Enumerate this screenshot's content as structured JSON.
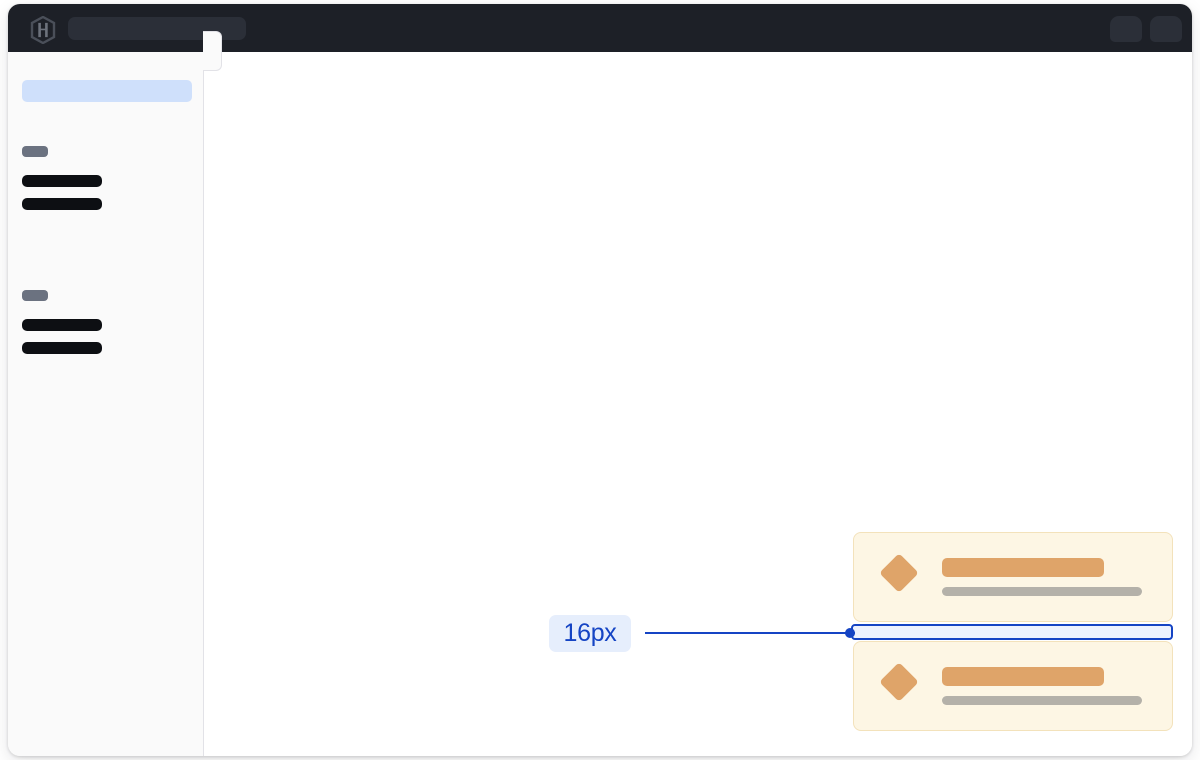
{
  "window": {
    "name": "design-inspector-window"
  },
  "topbar": {
    "logo_icon": "hexagon-h-logo-icon",
    "search_placeholder_skeleton": "",
    "avatar_1_label": "",
    "avatar_2_label": "",
    "background_color": "#1d2027",
    "skeleton_color": "#2b2f38"
  },
  "sidebar": {
    "active_item_label": "",
    "active_item_color": "#cfe0fb",
    "background_color": "#fafafa",
    "border_color": "#e2e2e7",
    "collapse_handle_name": "sidebar-collapse-handle",
    "groups": [
      {
        "label_skeleton": "",
        "items": [
          {
            "label_skeleton": ""
          },
          {
            "label_skeleton": ""
          }
        ]
      },
      {
        "label_skeleton": "",
        "items": [
          {
            "label_skeleton": ""
          },
          {
            "label_skeleton": ""
          }
        ]
      }
    ]
  },
  "main": {
    "background_color": "#ffffff",
    "cards": [
      {
        "icon": "diamond-icon",
        "title_skeleton": "",
        "subtitle_skeleton": "",
        "background_color": "#fdf6e4",
        "border_color": "#f3e2bb",
        "accent_color": "#dfa469",
        "muted_color": "#b4b1a9"
      },
      {
        "icon": "diamond-icon",
        "title_skeleton": "",
        "subtitle_skeleton": "",
        "background_color": "#fdf6e4",
        "border_color": "#f3e2bb",
        "accent_color": "#dfa469",
        "muted_color": "#b4b1a9"
      }
    ]
  },
  "annotation": {
    "spacing_label": "16px",
    "accent_color": "#1544c4",
    "label_background_color": "#e6eefc",
    "highlight_fill_color": "#edf2fe",
    "measures": "vertical-gap-between-cards"
  }
}
